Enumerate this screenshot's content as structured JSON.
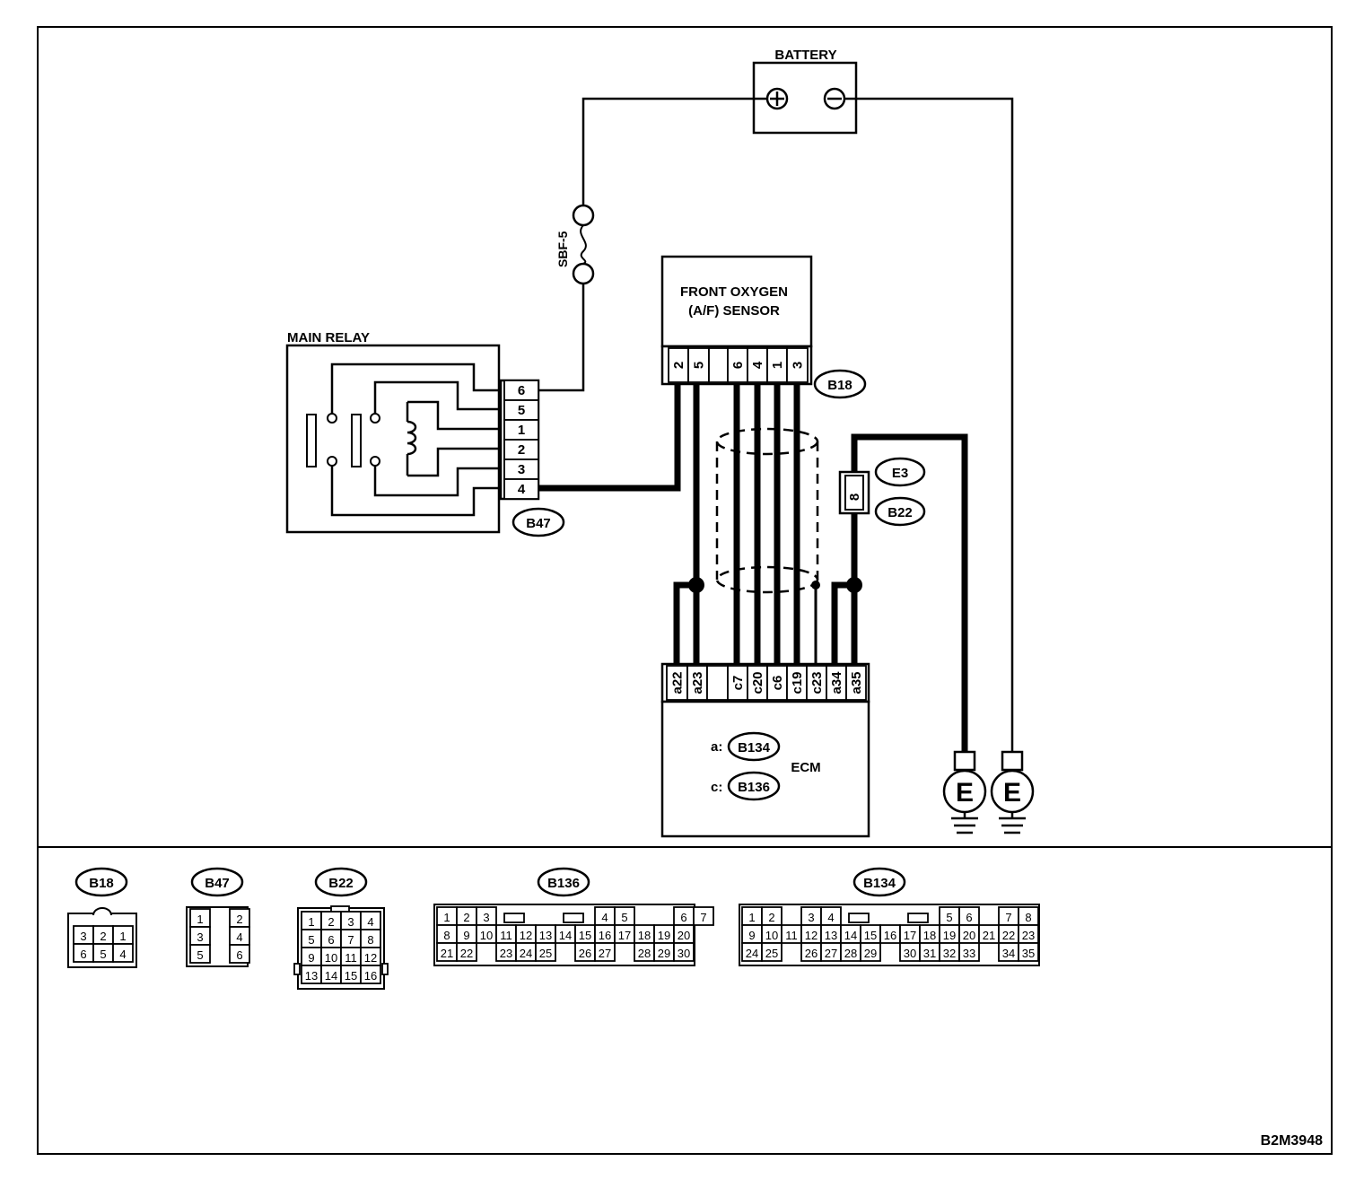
{
  "labels": {
    "battery": "BATTERY",
    "fuse": "SBF-5",
    "main_relay": "MAIN RELAY",
    "sensor_line1": "FRONT OXYGEN",
    "sensor_line2": "(A/F) SENSOR",
    "ecm": "ECM",
    "ecm_a_prefix": "a:",
    "ecm_c_prefix": "c:",
    "ground": "E",
    "diagram_code": "B2M3948"
  },
  "connector_ids": {
    "b18": "B18",
    "b47": "B47",
    "e3": "E3",
    "b22": "B22",
    "b134": "B134",
    "b136": "B136"
  },
  "relay_pins": [
    "6",
    "5",
    "1",
    "2",
    "3",
    "4"
  ],
  "sensor_pins": [
    "2",
    "5",
    "",
    "6",
    "4",
    "1",
    "3"
  ],
  "ecm_pins": [
    "a22",
    "a23",
    "",
    "c7",
    "c20",
    "c6",
    "c19",
    "c23",
    "a34",
    "a35"
  ],
  "joint_pin": "8",
  "legend": {
    "b18": [
      [
        "3",
        "2",
        "1"
      ],
      [
        "6",
        "5",
        "4"
      ]
    ],
    "b47": [
      [
        "1",
        "",
        "2"
      ],
      [
        "3",
        "",
        "4"
      ],
      [
        "5",
        "",
        "6"
      ]
    ],
    "b22": [
      [
        "1",
        "2",
        "3",
        "4"
      ],
      [
        "5",
        "6",
        "7",
        "8"
      ],
      [
        "9",
        "10",
        "11",
        "12"
      ],
      [
        "13",
        "14",
        "15",
        "16"
      ]
    ],
    "b136": [
      [
        "1",
        "2",
        "3",
        "",
        "",
        "",
        "",
        "",
        "4",
        "5",
        "",
        "",
        "6",
        "7"
      ],
      [
        "8",
        "9",
        "10",
        "11",
        "12",
        "13",
        "14",
        "15",
        "16",
        "17",
        "18",
        "19",
        "20"
      ],
      [
        "21",
        "22",
        "",
        "23",
        "24",
        "25",
        "",
        "26",
        "27",
        "",
        "28",
        "29",
        "30"
      ]
    ],
    "b134": [
      [
        "1",
        "2",
        "",
        "3",
        "4",
        "",
        "",
        "",
        "",
        "",
        "5",
        "6",
        "",
        "7",
        "8"
      ],
      [
        "9",
        "10",
        "11",
        "12",
        "13",
        "14",
        "15",
        "16",
        "17",
        "18",
        "19",
        "20",
        "21",
        "22",
        "23"
      ],
      [
        "24",
        "25",
        "",
        "26",
        "27",
        "28",
        "29",
        "",
        "30",
        "31",
        "32",
        "33",
        "",
        "34",
        "35"
      ]
    ]
  }
}
